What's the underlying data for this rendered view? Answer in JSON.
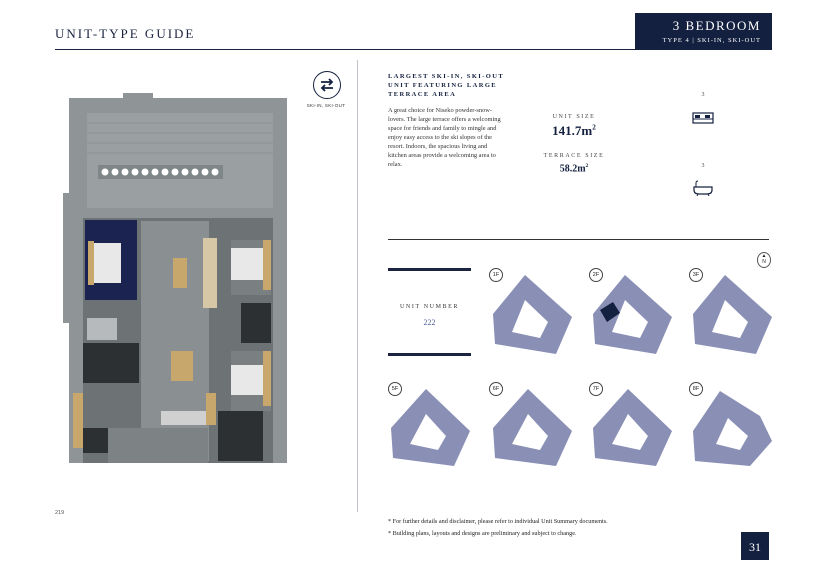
{
  "header": {
    "guide_title": "UNIT-TYPE GUIDE",
    "badge_title": "3 BEDROOM",
    "badge_subtitle": "TYPE 4 | SKI-IN, SKI-OUT"
  },
  "icon_legend": {
    "icon": "ski-in-ski-out-arrows-icon",
    "label": "SKI-IN, SKI-OUT"
  },
  "description": {
    "headline": "LARGEST SKI-IN, SKI-OUT UNIT FEATURING LARGE TERRACE AREA",
    "body": "A great choice for Niseko powder-snow-lovers. The large terrace offers a welcoming space for friends and family to mingle and enjoy easy access to the ski slopes of the resort. Indoors, the spacious living and kitchen areas provide a welcoming area to relax."
  },
  "specs": {
    "unit_size_label": "UNIT SIZE",
    "unit_size_value": "141.7m",
    "terrace_size_label": "TERRACE SIZE",
    "terrace_size_value": "58.2m",
    "area_superscript": "2",
    "bedrooms_count": "3",
    "bedroom_icon": "bed-icon",
    "bathrooms_count": "3",
    "bathroom_icon": "bathtub-icon"
  },
  "unit": {
    "label": "UNIT NUMBER",
    "number": "222"
  },
  "floors": [
    "1F",
    "2F",
    "3F",
    "5F",
    "6F",
    "7F",
    "8F"
  ],
  "highlight_floor": "2F",
  "north_label": "N",
  "colors": {
    "navy": "#14203f",
    "floor_fill": "#8a8fb5",
    "highlight": "#14203f",
    "plan_wall": "#8f9597"
  },
  "footer": {
    "page_left": "219",
    "disclaimer_1": "* For further details and disclaimer, please refer to individual Unit Summary documents.",
    "disclaimer_2": "* Building plans, layouts and designs are preliminary and subject to change.",
    "page_number": "31"
  }
}
